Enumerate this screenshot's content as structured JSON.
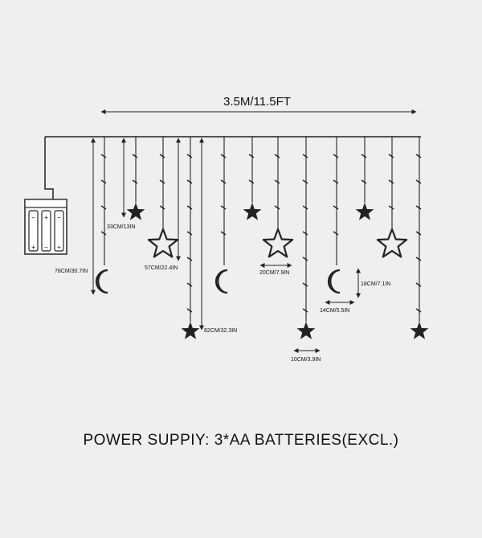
{
  "diagram": {
    "total_length": "3.5M/11.5FT",
    "labels": {
      "short_drop": "33CM/13IN",
      "long_drop": "78CM/30.7IN",
      "mid_drop": "57CM/22.4IN",
      "longest_drop": "82CM/32.3IN",
      "big_star_width": "20CM/7.9IN",
      "moon_width": "14CM/5.5IN",
      "moon_height": "18CM/7.1IN",
      "small_star_width": "10CM/3.9IN"
    }
  },
  "caption": "POWER SUPPIY: 3*AA BATTERIES(EXCL.)",
  "colors": {
    "background": "#efefef",
    "ink": "#222222"
  }
}
